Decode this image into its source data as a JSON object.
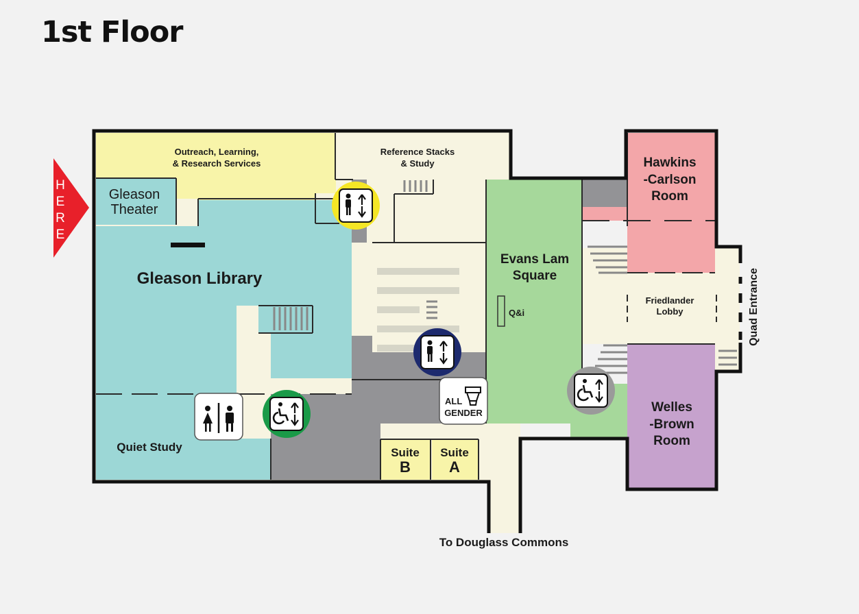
{
  "page_title": "1st Floor",
  "here_marker": {
    "letters": [
      "H",
      "E",
      "R",
      "E"
    ],
    "color": "#e8202a"
  },
  "rooms": {
    "outreach": {
      "line1": "Outreach, Learning,",
      "line2": "& Research Services",
      "color": "#f8f4a9"
    },
    "reference": {
      "line1": "Reference Stacks",
      "line2": "& Study",
      "color": "#f7f4e1"
    },
    "gleason_theater": {
      "line1": "Gleason",
      "line2": "Theater",
      "color": "#9cd7d6"
    },
    "gleason_library": {
      "label": "Gleason Library",
      "color": "#9cd7d6"
    },
    "quiet_study": {
      "label": "Quiet Study"
    },
    "evans_lam": {
      "line1": "Evans Lam",
      "line2": "Square",
      "color": "#a6d89b"
    },
    "qi": {
      "label": "Q&i"
    },
    "hawkins_carlson": {
      "line1": "Hawkins",
      "line2": "-Carlson",
      "line3": "Room",
      "color": "#f3a6a9"
    },
    "friedlander": {
      "line1": "Friedlander",
      "line2": "Lobby"
    },
    "welles_brown": {
      "line1": "Welles",
      "line2": "-Brown",
      "line3": "Room",
      "color": "#c6a2cd"
    },
    "suite_b": {
      "line1": "Suite",
      "line2": "B",
      "color": "#f8f4a9"
    },
    "suite_a": {
      "line1": "Suite",
      "line2": "A",
      "color": "#f8f4a9"
    },
    "service_gray": {
      "color": "#939396"
    }
  },
  "icons": {
    "elevator_yellow": "#f5e626",
    "elevator_navy": "#1d2a6e",
    "accessible_elevator_green": "#1a9a48",
    "accessible_elevator_gray": "#9a9a9a",
    "all_gender": {
      "line1": "ALL",
      "line2": "GENDER"
    }
  },
  "entrances": {
    "quad": "Quad Entrance",
    "douglass": "To Douglass Commons"
  }
}
